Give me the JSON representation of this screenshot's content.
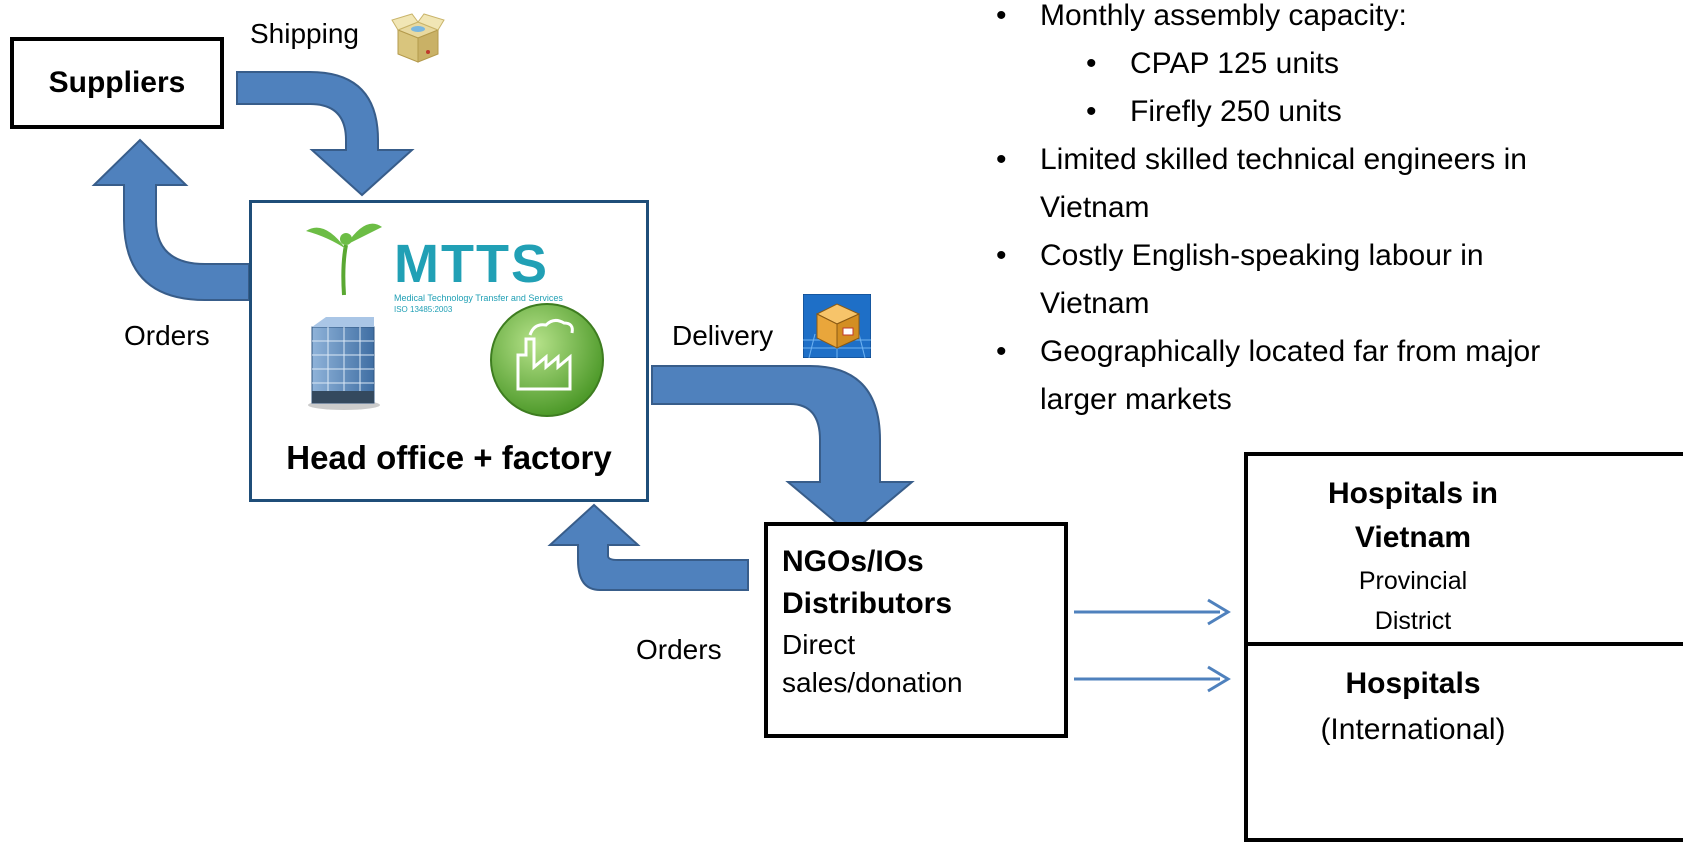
{
  "suppliers": {
    "label": "Suppliers"
  },
  "shipping": {
    "label": "Shipping",
    "icon": "open-box-icon"
  },
  "orders_top": {
    "label": "Orders"
  },
  "delivery": {
    "label": "Delivery",
    "icon": "package-icon"
  },
  "orders_bottom": {
    "label": "Orders"
  },
  "head_office": {
    "logo_text": "MTTS",
    "logo_subtitle": "Medical Technology Transfer and Services",
    "logo_cert": "ISO 13485:2003",
    "label": "Head office + factory",
    "icons": [
      "office-building-icon",
      "factory-icon"
    ]
  },
  "ngo": {
    "line1": "NGOs/IOs",
    "line2": "Distributors",
    "line3": "Direct",
    "line4": "sales/donation"
  },
  "hospitals_vn": {
    "line1": "Hospitals in",
    "line2": "Vietnam",
    "line3": "Provincial",
    "line4": "District"
  },
  "hospitals_intl": {
    "line1": "Hospitals",
    "line2": "(International)"
  },
  "bullets": {
    "b1": "Monthly assembly capacity:",
    "s1": "CPAP 125 units",
    "s2": "Firefly 250 units",
    "b2_l1": "Limited skilled technical engineers in",
    "b2_l2": "Vietnam",
    "b3_l1": "Costly English-speaking labour in",
    "b3_l2": "Vietnam",
    "b4_l1": "Geographically located far from major",
    "b4_l2": "larger markets"
  },
  "colors": {
    "arrow_fill": "#4f81bd",
    "arrow_stroke": "#385d8a",
    "connector": "#4f81bd",
    "box_border": "#000000",
    "head_box_border": "#1f4e79"
  }
}
